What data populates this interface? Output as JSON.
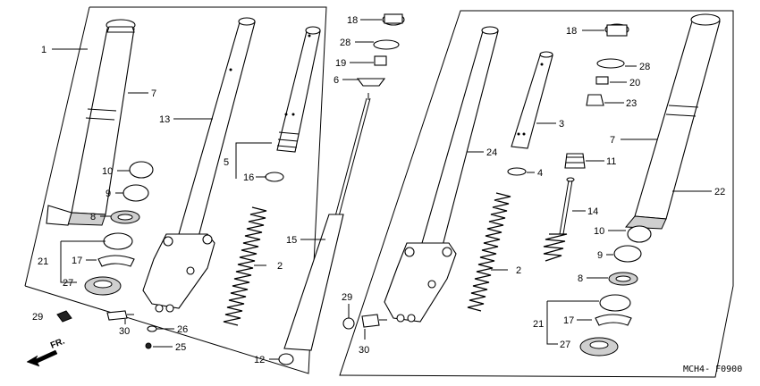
{
  "labels_left": [
    {
      "id": "1",
      "text": "1"
    },
    {
      "id": "7",
      "text": "7"
    },
    {
      "id": "13",
      "text": "13"
    },
    {
      "id": "5",
      "text": "5"
    },
    {
      "id": "16",
      "text": "16"
    },
    {
      "id": "10",
      "text": "10"
    },
    {
      "id": "9",
      "text": "9"
    },
    {
      "id": "8",
      "text": "8"
    },
    {
      "id": "21",
      "text": "21"
    },
    {
      "id": "17",
      "text": "17"
    },
    {
      "id": "27",
      "text": "27"
    },
    {
      "id": "2",
      "text": "2"
    },
    {
      "id": "15",
      "text": "15"
    },
    {
      "id": "29",
      "text": "29"
    },
    {
      "id": "30",
      "text": "30"
    },
    {
      "id": "26",
      "text": "26"
    },
    {
      "id": "25",
      "text": "25"
    },
    {
      "id": "12",
      "text": "12"
    },
    {
      "id": "18",
      "text": "18"
    },
    {
      "id": "28",
      "text": "28"
    },
    {
      "id": "19",
      "text": "19"
    },
    {
      "id": "6",
      "text": "6"
    }
  ],
  "labels_right": [
    {
      "id": "29b",
      "text": "29"
    },
    {
      "id": "30b",
      "text": "30"
    },
    {
      "id": "24",
      "text": "24"
    },
    {
      "id": "3",
      "text": "3"
    },
    {
      "id": "4",
      "text": "4"
    },
    {
      "id": "2b",
      "text": "2"
    },
    {
      "id": "18b",
      "text": "18"
    },
    {
      "id": "28b",
      "text": "28"
    },
    {
      "id": "20",
      "text": "20"
    },
    {
      "id": "23",
      "text": "23"
    },
    {
      "id": "7b",
      "text": "7"
    },
    {
      "id": "11",
      "text": "11"
    },
    {
      "id": "22",
      "text": "22"
    },
    {
      "id": "14",
      "text": "14"
    },
    {
      "id": "10b",
      "text": "10"
    },
    {
      "id": "9b",
      "text": "9"
    },
    {
      "id": "8b",
      "text": "8"
    },
    {
      "id": "21b",
      "text": "21"
    },
    {
      "id": "17b",
      "text": "17"
    },
    {
      "id": "27b",
      "text": "27"
    }
  ],
  "direction": {
    "text": "FR."
  },
  "diagram_code": {
    "text": "MCH4- F0900"
  }
}
